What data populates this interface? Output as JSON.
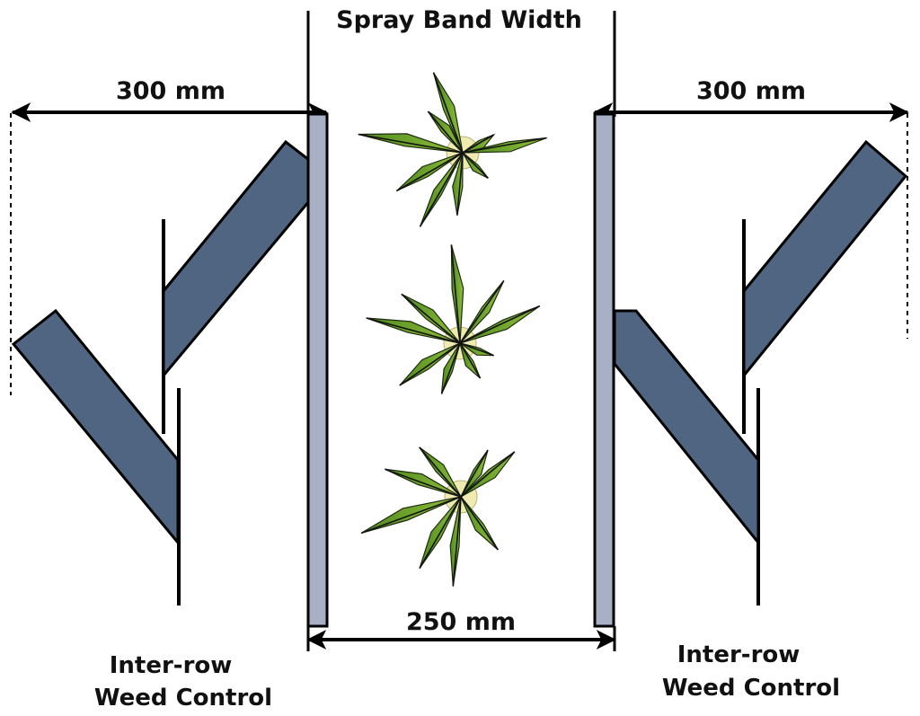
{
  "title": "Spray Band Width",
  "dimensions": {
    "left": "300 mm",
    "right": "300 mm",
    "center": "250 mm"
  },
  "labels": {
    "left": {
      "line1": "Inter-row",
      "line2": "Weed Control"
    },
    "right": {
      "line1": "Inter-row",
      "line2": "Weed Control"
    }
  },
  "colors": {
    "blade": "#4f6581",
    "shield": "#a7b0c4",
    "leaf": "#4f8a1f",
    "leaf_light": "#8fbf3a",
    "plant_center": "#eeeab0",
    "line": "#000000"
  },
  "plants": [
    {
      "name": "plant-top"
    },
    {
      "name": "plant-middle"
    },
    {
      "name": "plant-bottom"
    }
  ]
}
